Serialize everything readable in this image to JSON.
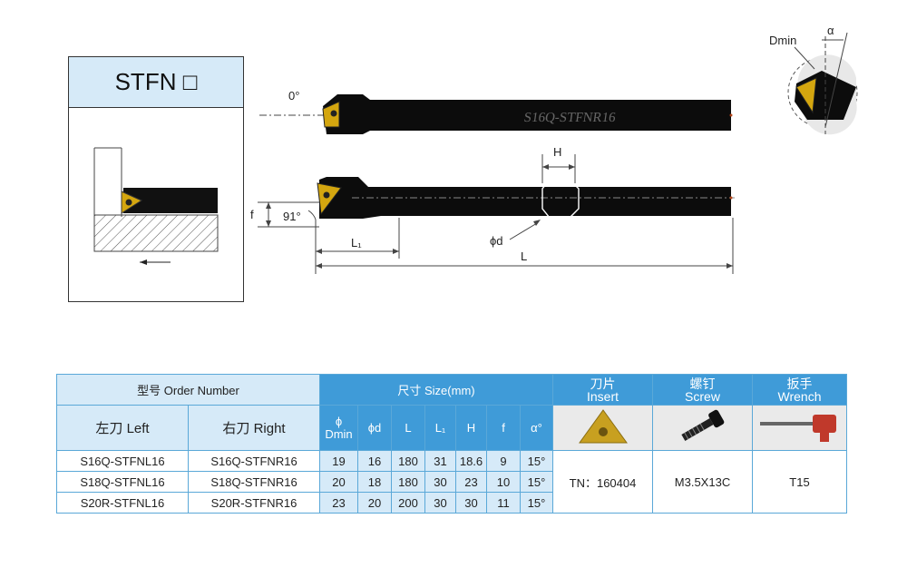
{
  "series": {
    "title": "STFN □"
  },
  "drawing": {
    "angle_top": "0°",
    "tool_marking": "S16Q-STFNR16",
    "dim_H": "H",
    "dim_f": "f",
    "angle_side": "91°",
    "dim_L1": "L₁",
    "dim_d": "ϕd",
    "dim_L": "L",
    "dmin_label": "Dmin",
    "alpha_label": "α"
  },
  "table": {
    "order_header": "型号 Order Number",
    "size_header": "尺寸 Size(mm)",
    "insert_header": [
      "刀片",
      "Insert"
    ],
    "screw_header": [
      "螺钉",
      "Screw"
    ],
    "wrench_header": [
      "扳手",
      "Wrench"
    ],
    "left_header": "左刀 Left",
    "right_header": "右刀 Right",
    "col_headers": {
      "dmin": [
        "ϕ",
        "Dmin"
      ],
      "d": "ϕd",
      "L": "L",
      "L1": "L₁",
      "H": "H",
      "f": "f",
      "alpha": "α°"
    },
    "rows": [
      {
        "left": "S16Q-STFNL16",
        "right": "S16Q-STFNR16",
        "dmin": "19",
        "d": "16",
        "L": "180",
        "L1": "31",
        "H": "18.6",
        "f": "9",
        "alpha": "15°"
      },
      {
        "left": "S18Q-STFNL16",
        "right": "S18Q-STFNR16",
        "dmin": "20",
        "d": "18",
        "L": "180",
        "L1": "30",
        "H": "23",
        "f": "10",
        "alpha": "15°"
      },
      {
        "left": "S20R-STFNL16",
        "right": "S20R-STFNR16",
        "dmin": "23",
        "d": "20",
        "L": "200",
        "L1": "30",
        "H": "30",
        "f": "11",
        "alpha": "15°"
      }
    ],
    "insert_value": "TN：160404",
    "screw_value": "M3.5X13C",
    "wrench_value": "T15"
  },
  "colors": {
    "header_blue": "#3f9bd8",
    "header_light": "#d6eaf8",
    "insert_gold": "#c8a020",
    "wrench_red": "#c0392b"
  }
}
